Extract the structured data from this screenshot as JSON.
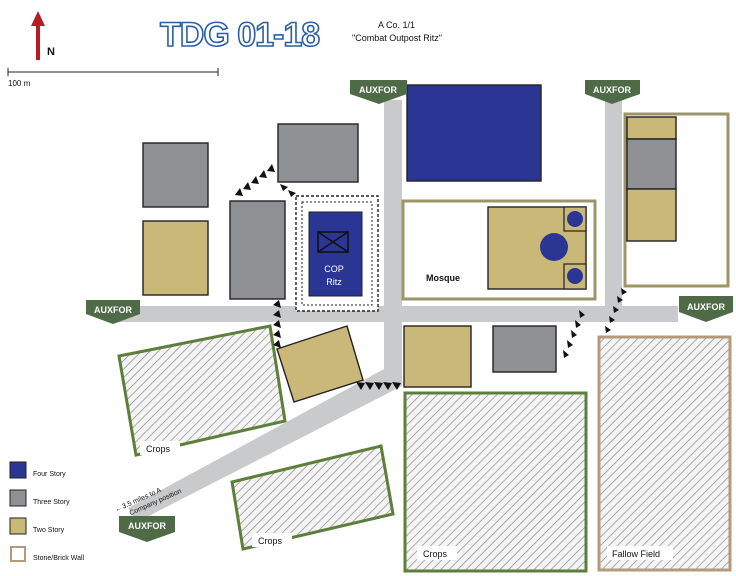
{
  "header": {
    "title": "TDG 01-18",
    "unit_line": "A Co. 1/1",
    "outpost_line": "\"Combat Outpost Ritz\""
  },
  "north_label": "N",
  "scale": {
    "label": "100 m"
  },
  "auxfor_label": "AUXFOR",
  "outpost": {
    "line1": "COP",
    "line2": "Ritz"
  },
  "labels": {
    "mosque": "Mosque",
    "crops": "Crops",
    "fallow_field": "Fallow Field",
    "direction_line1": "3.5 miles to A",
    "direction_line2": "Company position"
  },
  "legend": {
    "items": [
      {
        "label": "Four Story",
        "color": "#2a3594"
      },
      {
        "label": "Three Story",
        "color": "#8f9093"
      },
      {
        "label": "Two Story",
        "color": "#c9b878"
      },
      {
        "label": "Stone/Brick Wall",
        "color": "#b49a7c"
      }
    ]
  },
  "colors": {
    "road": "#c9cacc",
    "four_story": "#2a3594",
    "three_story": "#8f9093",
    "two_story": "#c9b878",
    "crop_border": "#5d7f3c",
    "wall_tan": "#9d946a",
    "fallow_border": "#b49a7c",
    "auxfor_bg": "#4e6a47",
    "north_arrow": "#b51d22"
  }
}
